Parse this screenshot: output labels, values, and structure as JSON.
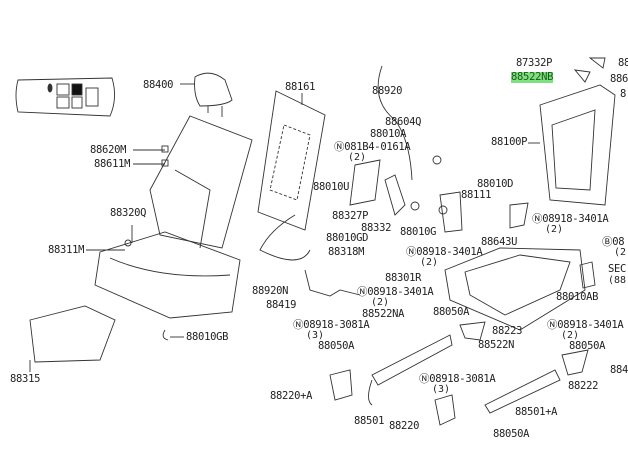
{
  "highlight_color": "#7fe07f",
  "labels": {
    "p88400": "88400",
    "p88161": "88161",
    "p88920": "88920",
    "p88620M": "88620M",
    "p88611M": "88611M",
    "p88604Q": "88604Q",
    "p88010A": "88010A",
    "n081B4": "Ⓝ081B4-0161A",
    "n081B4_qty": "(2)",
    "p88100P": "88100P",
    "p88010U": "88010U",
    "p88010D": "88010D",
    "p88111": "88111",
    "p88320Q": "88320Q",
    "p88327P": "88327P",
    "p88332": "88332",
    "p88010G": "88010G",
    "n3401A_a": "Ⓝ08918-3401A",
    "n3401A_a_qty": "(2)",
    "p88643U": "88643U",
    "b08": "Ⓑ08",
    "b08_qty": "(2",
    "p88311M": "88311M",
    "p88010GD": "88010GD",
    "p88318M": "88318M",
    "n3401A_b": "Ⓝ08918-3401A",
    "n3401A_b_qty": "(2)",
    "sec": "SEC",
    "sec_sub": "(88",
    "p88301R": "88301R",
    "p88920N": "88920N",
    "n3401A_c": "Ⓝ08918-3401A",
    "n3401A_c_qty": "(2)",
    "p88010AB": "88010AB",
    "p88419": "88419",
    "p88522NA": "88522NA",
    "p88050A_a": "88050A",
    "n3081A_a": "Ⓝ08918-3081A",
    "n3081A_a_qty": "(3)",
    "p88223": "88223",
    "n3401A_d": "Ⓝ08918-3401A",
    "n3401A_d_qty": "(2)",
    "p88050A_b": "88050A",
    "p88522N": "88522N",
    "p88050A_c": "88050A",
    "p88010GB": "88010GB",
    "p88315": "88315",
    "p88222": "88222",
    "p88220A": "88220+A",
    "n3081A_b": "Ⓝ08918-3081A",
    "n3081A_b_qty": "(3)",
    "p88501A": "88501+A",
    "p88501": "88501",
    "p88220": "88220",
    "p88050A_d": "88050A",
    "p87332P": "87332P",
    "p88522NB": "88522NB",
    "p88_edge": "88",
    "p886_edge": "886",
    "p8_edge": "8",
    "p884_edge": "884"
  }
}
